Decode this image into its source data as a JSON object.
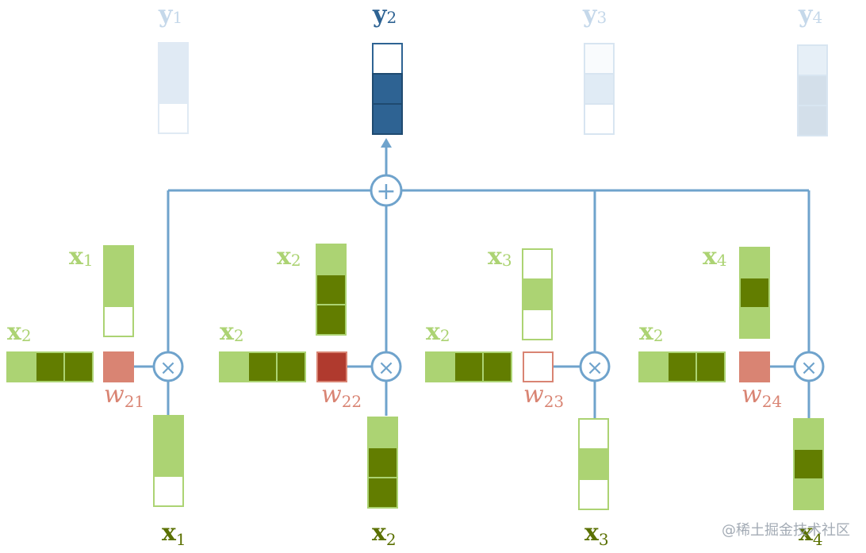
{
  "diagram": {
    "output_labels": [
      {
        "base": "y",
        "sub": "1"
      },
      {
        "base": "y",
        "sub": "2"
      },
      {
        "base": "y",
        "sub": "3"
      },
      {
        "base": "y",
        "sub": "4"
      }
    ],
    "inner_x_labels": [
      {
        "base": "x",
        "sub": "1"
      },
      {
        "base": "x",
        "sub": "2"
      },
      {
        "base": "x",
        "sub": "3"
      },
      {
        "base": "x",
        "sub": "4"
      }
    ],
    "query_labels": [
      {
        "base": "x",
        "sub": "2"
      },
      {
        "base": "x",
        "sub": "2"
      },
      {
        "base": "x",
        "sub": "2"
      },
      {
        "base": "x",
        "sub": "2"
      }
    ],
    "weight_labels": [
      {
        "base": "w",
        "sub": "21"
      },
      {
        "base": "w",
        "sub": "22"
      },
      {
        "base": "w",
        "sub": "23"
      },
      {
        "base": "w",
        "sub": "24"
      }
    ],
    "bottom_x_labels": [
      {
        "base": "x",
        "sub": "1"
      },
      {
        "base": "x",
        "sub": "2"
      },
      {
        "base": "x",
        "sub": "3"
      },
      {
        "base": "x",
        "sub": "4"
      }
    ],
    "plus_symbol": "+",
    "times_symbol": "×",
    "watermark": "@稀土掘金技术社区"
  },
  "colors": {
    "line": "#6fa3cc",
    "light_green": "#acd373",
    "dark_green": "#627d00",
    "green_label": "#acd373",
    "dark_green_label": "#5a7000",
    "weight_red": "#b03a2e",
    "weight_pink": "#d98473",
    "y2_blue": "#2e6393",
    "y_faint": "#dce8f3"
  }
}
